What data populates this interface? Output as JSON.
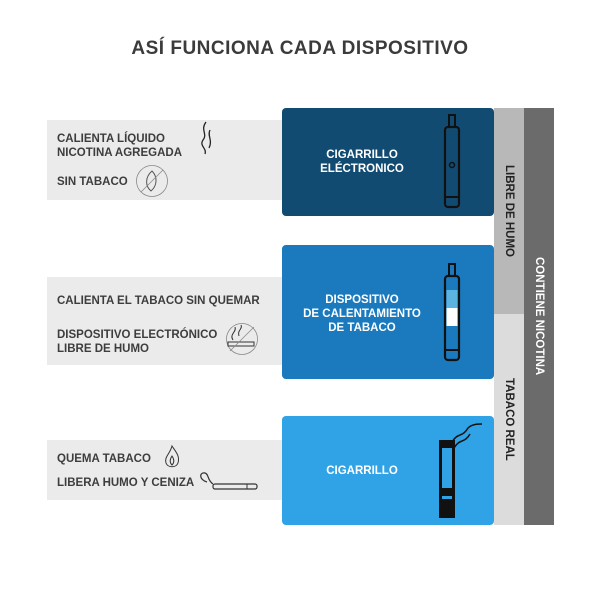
{
  "title": "ASÍ FUNCIONA CADA DISPOSITIVO",
  "rows": [
    {
      "features": [
        "CALIENTA LÍQUIDO\nNICOTINA AGREGADA",
        "SIN TABACO"
      ],
      "device": "CIGARRILLO\nELÉCTRONICO",
      "color": "#124b72"
    },
    {
      "features": [
        "CALIENTA EL TABACO SIN QUEMAR",
        "DISPOSITIVO ELECTRÓNICO\nLIBRE DE HUMO"
      ],
      "device": "DISPOSITIVO\nDE CALENTAMIENTO\nDE TABACO",
      "color": "#1a7abd"
    },
    {
      "features": [
        "QUEMA TABACO",
        "LIBERA HUMO Y CENIZA"
      ],
      "device": "CIGARRILLO",
      "color": "#30a3e6"
    }
  ],
  "columns": {
    "smoke_free": "LIBRE DE HUMO",
    "real_tobacco": "TABACO REAL",
    "contains_nicotine": "CONTIENE NICOTINA"
  }
}
